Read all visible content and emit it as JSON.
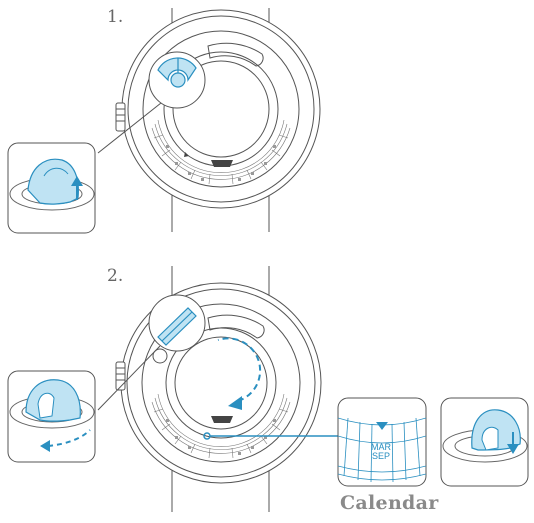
{
  "steps": {
    "first": "1.",
    "second": "2."
  },
  "calendar_window": {
    "month_top": "MAR",
    "month_bottom": "SEP"
  },
  "caption": "Calendar",
  "colors": {
    "line": "#555555",
    "accent": "#2a8fc0",
    "accent_fill": "#bfe3f3"
  },
  "icons": {
    "arrow_up": "arrow-up-icon",
    "arrow_down": "arrow-down-icon",
    "rotate_arrow": "rotate-arrow-icon"
  }
}
